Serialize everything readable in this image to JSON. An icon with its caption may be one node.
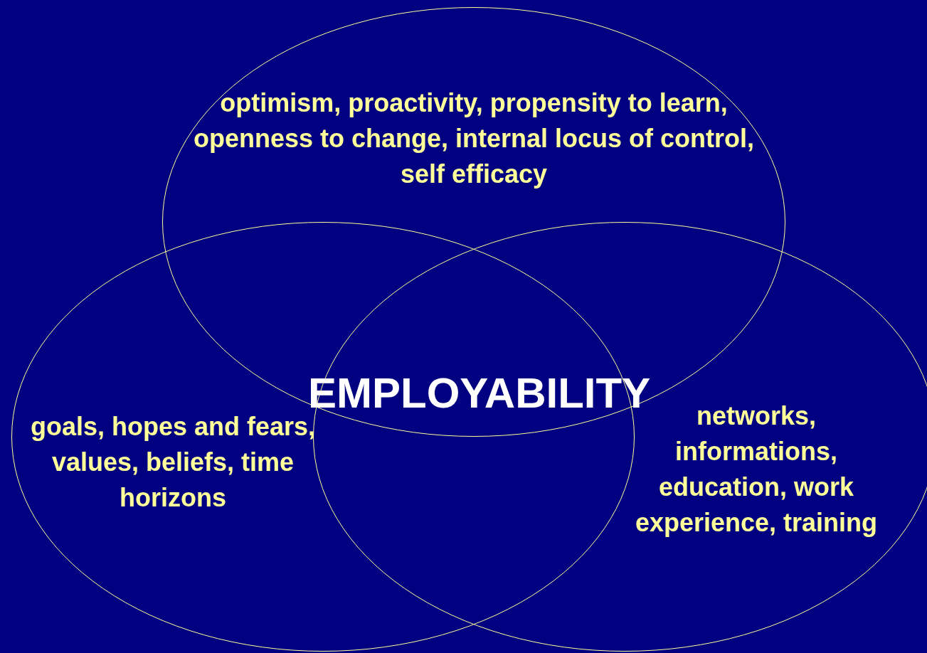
{
  "diagram": {
    "nodes": [
      {
        "text": [
          "optimism, proactivity, propensity to learn, openness to change, internal locus of control, self efficacy"
        ]
      },
      {
        "text": [
          "goals, hopes and fears, values, beliefs, time horizons"
        ]
      },
      {
        "text": [
          "networks, informations, education, work experience, training"
        ]
      }
    ],
    "labels": [
      "EMPLOYABILITY"
    ]
  }
}
